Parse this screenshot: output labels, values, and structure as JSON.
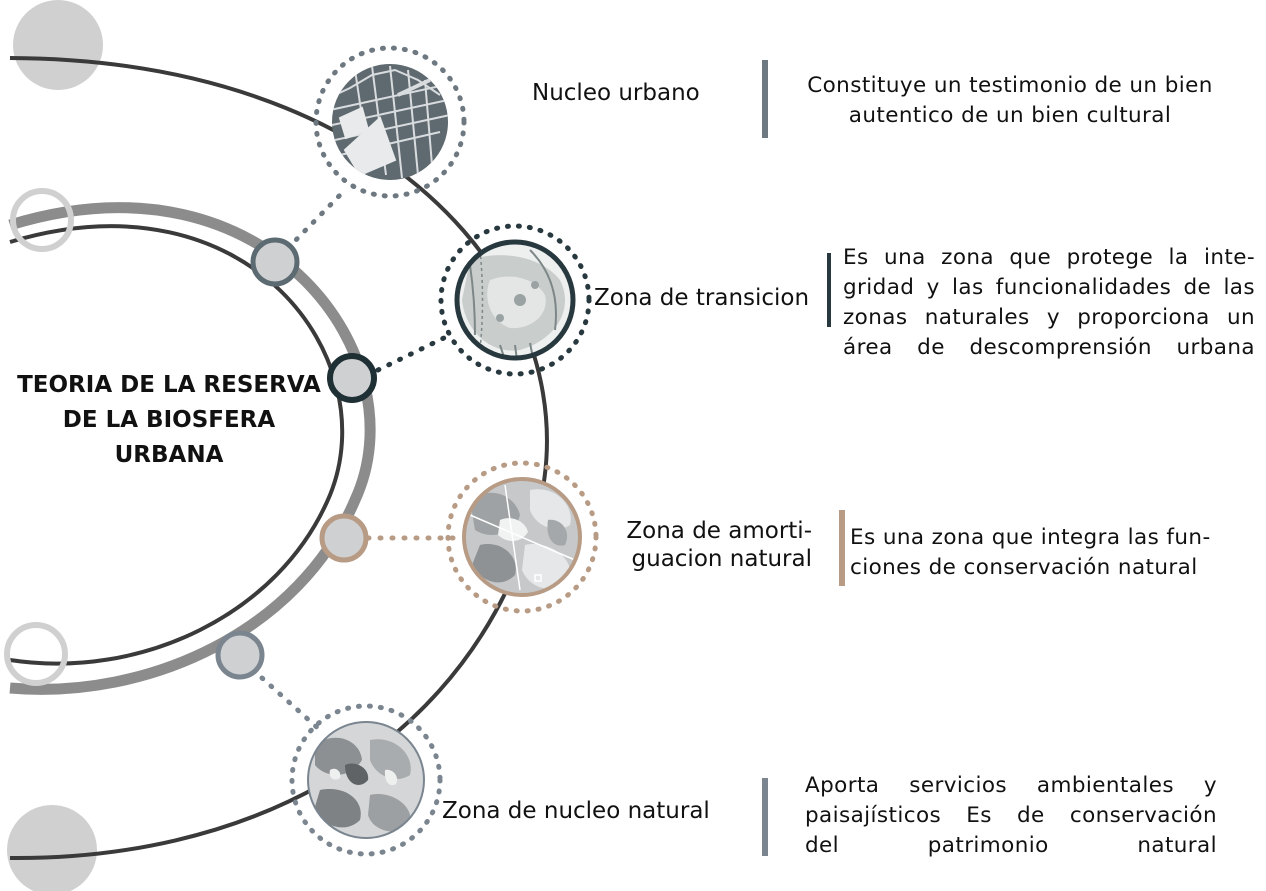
{
  "title": {
    "lines": [
      "TEORIA  DE LA RESERVA",
      "DE LA BIOSFERA",
      "URBANA"
    ]
  },
  "zones": [
    {
      "label_lines": [
        "Nucleo urbano"
      ],
      "description_lines": [
        "Constituye un testimonio de un bien",
        "autentico de un bien cultural"
      ],
      "accent_color": "#6e7880",
      "icon": "city-grid-map-icon"
    },
    {
      "label_lines": [
        "Zona de transicion"
      ],
      "description_lines": [
        "Es una zona  que protege la inte-",
        "gridad y las funcionalidades de las",
        "zonas naturales y proporciona un",
        "área de descomprensión urbana"
      ],
      "accent_color": "#27383e",
      "icon": "urban-plan-map-icon"
    },
    {
      "label_lines": [
        "Zona de amorti-",
        "guacion natural"
      ],
      "description_lines": [
        "Es una zona  que integra las fun-",
        "ciones de conservación natural"
      ],
      "accent_color": "#b89b84",
      "icon": "vegetation-patch-map-icon"
    },
    {
      "label_lines": [
        "Zona de nucleo natural"
      ],
      "description_lines": [
        "Aporta servicios ambientales y",
        "paisajísticos Es de conservación",
        "del patrimonio natural"
      ],
      "accent_color": "#7a8590",
      "icon": "natural-core-map-icon"
    }
  ],
  "colors": {
    "arc_dark": "#3a3a3a",
    "arc_gray": "#8c8c8c",
    "node_fill": "#cfd0d2",
    "light_circle": "#d0d0d0",
    "map_dark": "#5f6a70"
  }
}
